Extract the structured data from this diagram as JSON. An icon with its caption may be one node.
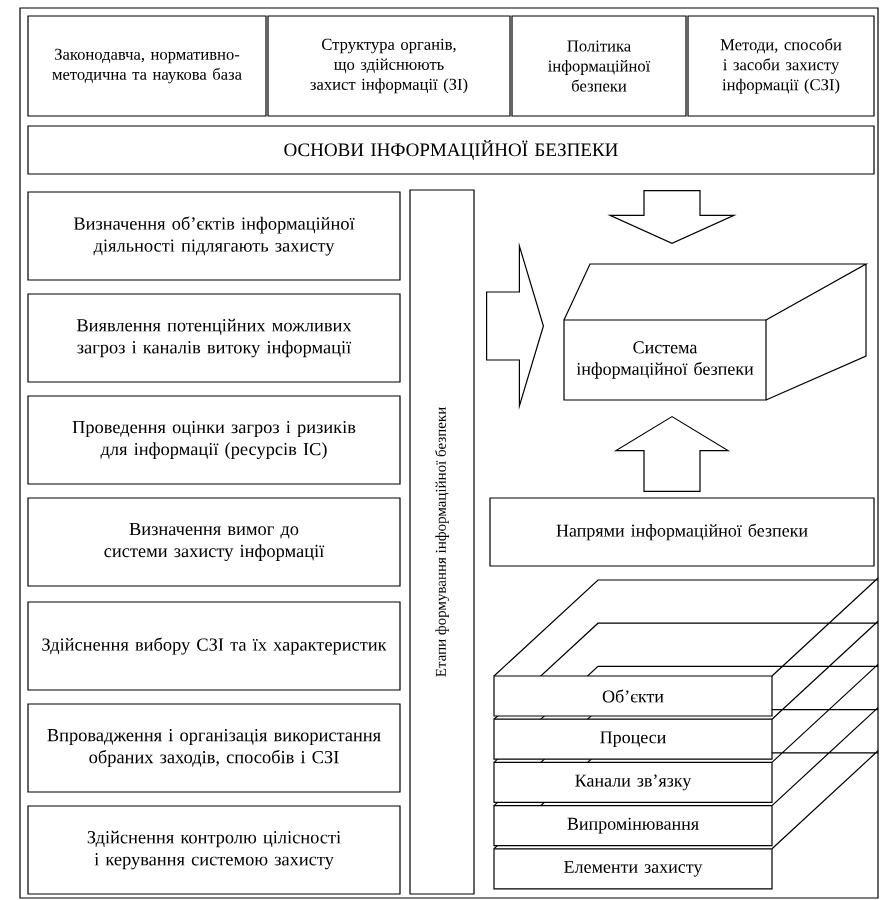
{
  "diagram": {
    "nodes": [
      {
        "text": [
          "Законодавча, нормативно-методична та наукова база"
        ]
      },
      {
        "text": [
          "Структура органів, що здійснюють захист інформації (ЗІ)"
        ]
      },
      {
        "text": [
          "Політика інформаційної безпеки"
        ]
      },
      {
        "text": [
          "Методи, способи і засоби захисту інформації (СЗІ)"
        ]
      },
      {
        "text": [
          "ОСНОВИ ІНФОРМАЦІЙНОЇ БЕЗПЕКИ"
        ]
      },
      {
        "text": [
          "Визначення об’єктів інформаційної діяльності підлягають захисту"
        ]
      },
      {
        "text": [
          "Виявлення потенційних можливих загроз і каналів витоку інформації"
        ]
      },
      {
        "text": [
          "Проведення оцінки загроз і ризиків для інформації (ресурсів ІС)"
        ]
      },
      {
        "text": [
          "Визначення вимог до системи захисту інформації"
        ]
      },
      {
        "text": [
          "Здійснення вибору СЗІ та їх характеристик"
        ]
      },
      {
        "text": [
          "Впровадження і організація використання обраних заходів, способів і СЗІ"
        ]
      },
      {
        "text": [
          "Здійснення контролю цілісності і керування системою захисту"
        ]
      },
      {
        "text": [
          "Етапи формування інформаційної безпеки"
        ]
      },
      {
        "text": [
          "Система інформаційної безпеки"
        ]
      },
      {
        "text": [
          "Напрями інформаційної безпеки"
        ]
      },
      {
        "text": [
          "Об’єкти"
        ]
      },
      {
        "text": [
          "Процеси"
        ]
      },
      {
        "text": [
          "Канали зв’язку"
        ]
      },
      {
        "text": [
          "Випромінювання"
        ]
      },
      {
        "text": [
          "Елементи захисту"
        ]
      }
    ],
    "edges": [
      {
        "from": 4,
        "to": 13,
        "arrow": "to"
      },
      {
        "from": 12,
        "to": 13,
        "arrow": "to"
      },
      {
        "from": 14,
        "to": 13,
        "arrow": "to"
      }
    ]
  }
}
